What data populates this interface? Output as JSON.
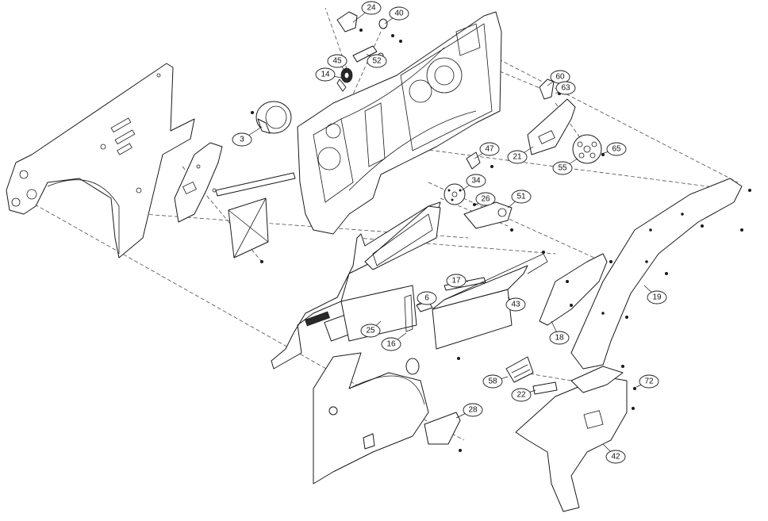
{
  "diagram": {
    "callouts": [
      "24",
      "40",
      "45",
      "52",
      "14",
      "3",
      "60",
      "63",
      "47",
      "21",
      "55",
      "65",
      "34",
      "26",
      "51",
      "17",
      "6",
      "43",
      "25",
      "16",
      "19",
      "18",
      "58",
      "22",
      "72",
      "28",
      "42"
    ]
  }
}
